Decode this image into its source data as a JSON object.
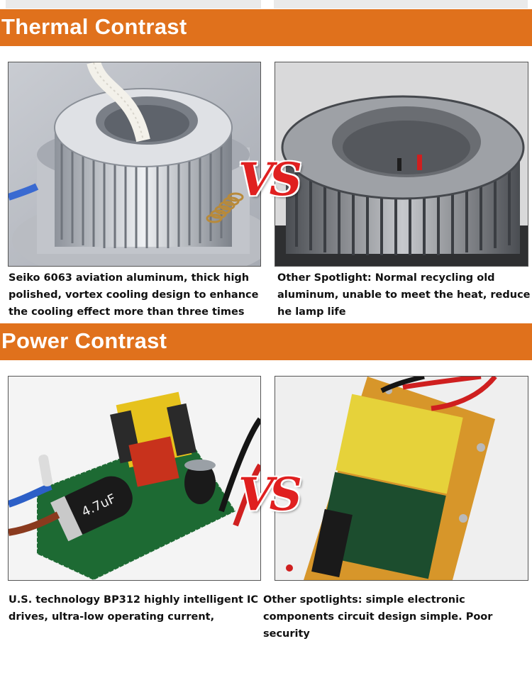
{
  "sections": {
    "thermal": {
      "title": "Thermal Contrast",
      "left_caption": "Seiko 6063 aviation aluminum, thick high polished, vortex cooling design to enhance the cooling effect more than three times",
      "right_caption": "Other Spotlight: Normal recycling old aluminum, unable to meet the heat, reduce he lamp life",
      "vs_label": "VS"
    },
    "power": {
      "title": "Power Contrast",
      "left_caption": "U.S. technology BP312 highly intelligent IC drives, ultra-low operating current,",
      "right_caption": "Other spotlights: simple electronic components circuit design simple. Poor security",
      "vs_label": "VS"
    }
  },
  "colors": {
    "banner": "#e0711c",
    "vs": "#e02020"
  }
}
